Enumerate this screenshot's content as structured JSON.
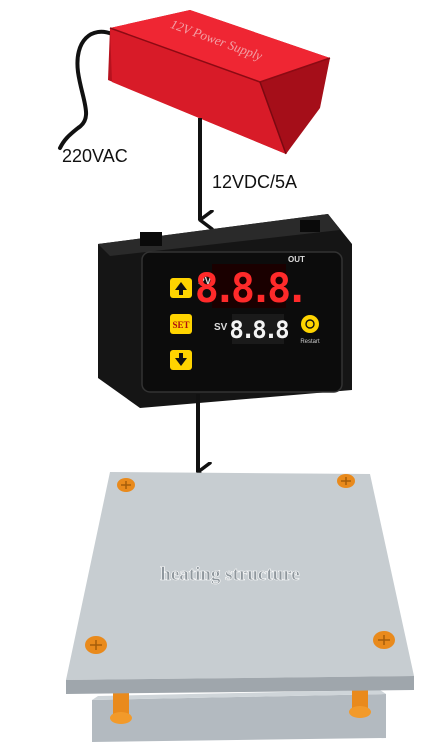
{
  "power_supply": {
    "label": "12V Power Supply",
    "color": "#e0202b"
  },
  "input_label": "220VAC",
  "output_label": "12VDC/5A",
  "controller": {
    "pv_label": "PV",
    "sv_label": "SV",
    "out_label": "OUT",
    "reset_label": "Restart",
    "set_label": "SET",
    "pv_display": "8.8.8.",
    "sv_display": "8.8.8",
    "pv_color": "#ff2a2a",
    "sv_color": "#f4f4f4",
    "button_color": "#ffd400"
  },
  "heater": {
    "label": "heating structure",
    "plate_color": "#c7cdd1",
    "screw_color": "#e98a1c"
  }
}
